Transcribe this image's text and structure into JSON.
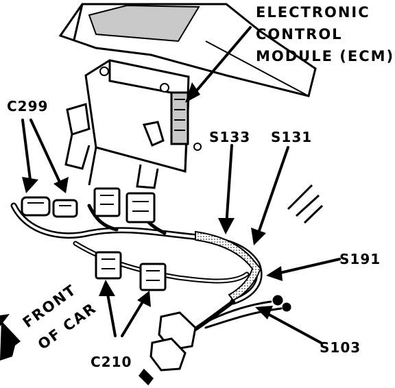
{
  "labels": {
    "ecm_line1": "ELECTRONIC",
    "ecm_line2": "CONTROL",
    "ecm_line3": "MODULE (ECM)",
    "c299": "C299",
    "s133": "S133",
    "s131": "S131",
    "s191": "S191",
    "s103": "S103",
    "c210": "C210",
    "front_line1": "FRONT",
    "front_line2": "OF CAR"
  },
  "colors": {
    "ink": "#000000",
    "paper": "#ffffff",
    "shade": "#c9c9c9"
  }
}
